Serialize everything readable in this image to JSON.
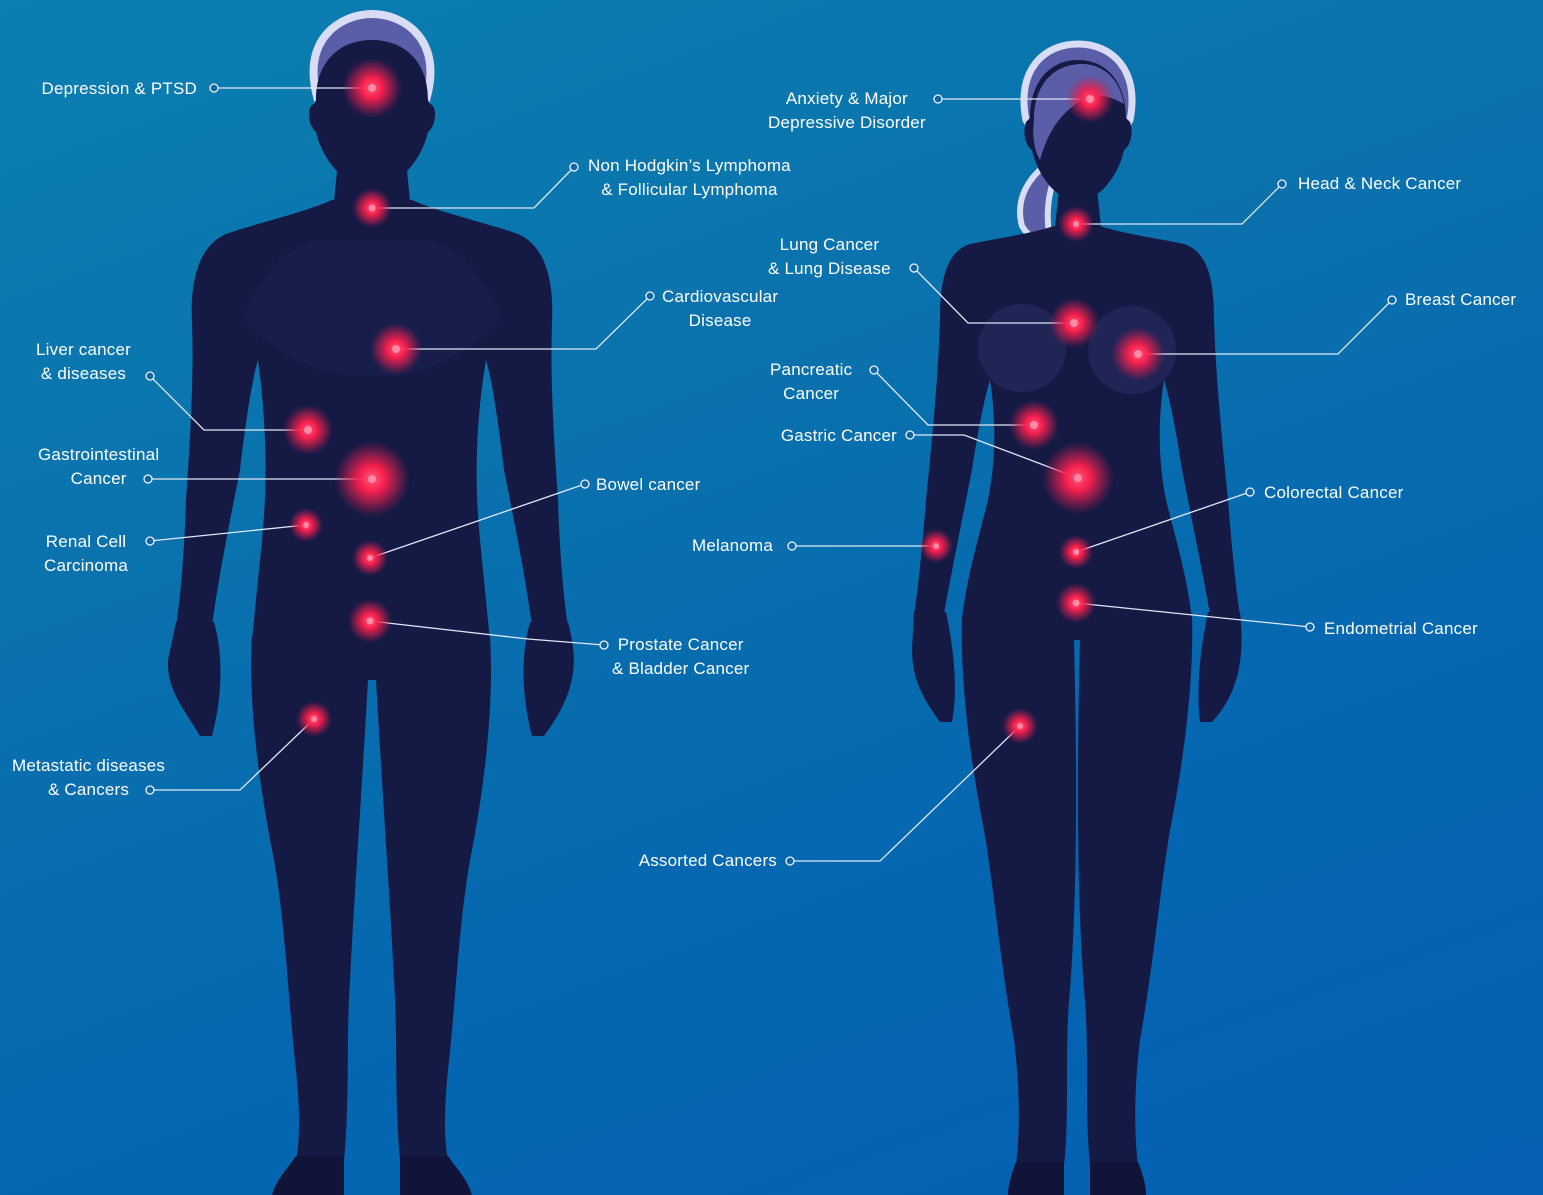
{
  "colors": {
    "bg_top": "#0a7fb0",
    "bg_bottom": "#0560b3",
    "body": "#151a45",
    "body_dark": "#0f1438",
    "hair": "#5a5ea8",
    "hair_outline": "#d9dcf5",
    "hotspot": "#ff2b55",
    "line": "#dfe8f5"
  },
  "male": {
    "labels": [
      {
        "id": "depression",
        "lines": [
          "Depression & PTSD"
        ]
      },
      {
        "id": "lymphoma",
        "lines": [
          "Non Hodgkin’s Lymphoma",
          "& Follicular Lymphoma"
        ]
      },
      {
        "id": "cardio",
        "lines": [
          "Cardiovascular",
          "Disease"
        ]
      },
      {
        "id": "liver",
        "lines": [
          "Liver cancer",
          "& diseases"
        ]
      },
      {
        "id": "gi",
        "lines": [
          "Gastrointestinal",
          "Cancer"
        ]
      },
      {
        "id": "bowel",
        "lines": [
          "Bowel cancer"
        ]
      },
      {
        "id": "renal",
        "lines": [
          "Renal Cell",
          "Carcinoma"
        ]
      },
      {
        "id": "prostate",
        "lines": [
          "Prostate Cancer",
          "& Bladder Cancer"
        ]
      },
      {
        "id": "metastatic",
        "lines": [
          "Metastatic diseases",
          "& Cancers"
        ]
      }
    ]
  },
  "female": {
    "labels": [
      {
        "id": "anxiety",
        "lines": [
          "Anxiety & Major",
          "Depressive Disorder"
        ]
      },
      {
        "id": "headneck",
        "lines": [
          "Head & Neck Cancer"
        ]
      },
      {
        "id": "lung",
        "lines": [
          "Lung Cancer",
          "& Lung Disease"
        ]
      },
      {
        "id": "breast",
        "lines": [
          "Breast Cancer"
        ]
      },
      {
        "id": "pancreatic",
        "lines": [
          "Pancreatic",
          "Cancer"
        ]
      },
      {
        "id": "gastric",
        "lines": [
          "Gastric Cancer"
        ]
      },
      {
        "id": "colorectal",
        "lines": [
          "Colorectal Cancer"
        ]
      },
      {
        "id": "melanoma",
        "lines": [
          "Melanoma"
        ]
      },
      {
        "id": "endometrial",
        "lines": [
          "Endometrial Cancer"
        ]
      },
      {
        "id": "assorted",
        "lines": [
          "Assorted Cancers"
        ]
      }
    ]
  }
}
